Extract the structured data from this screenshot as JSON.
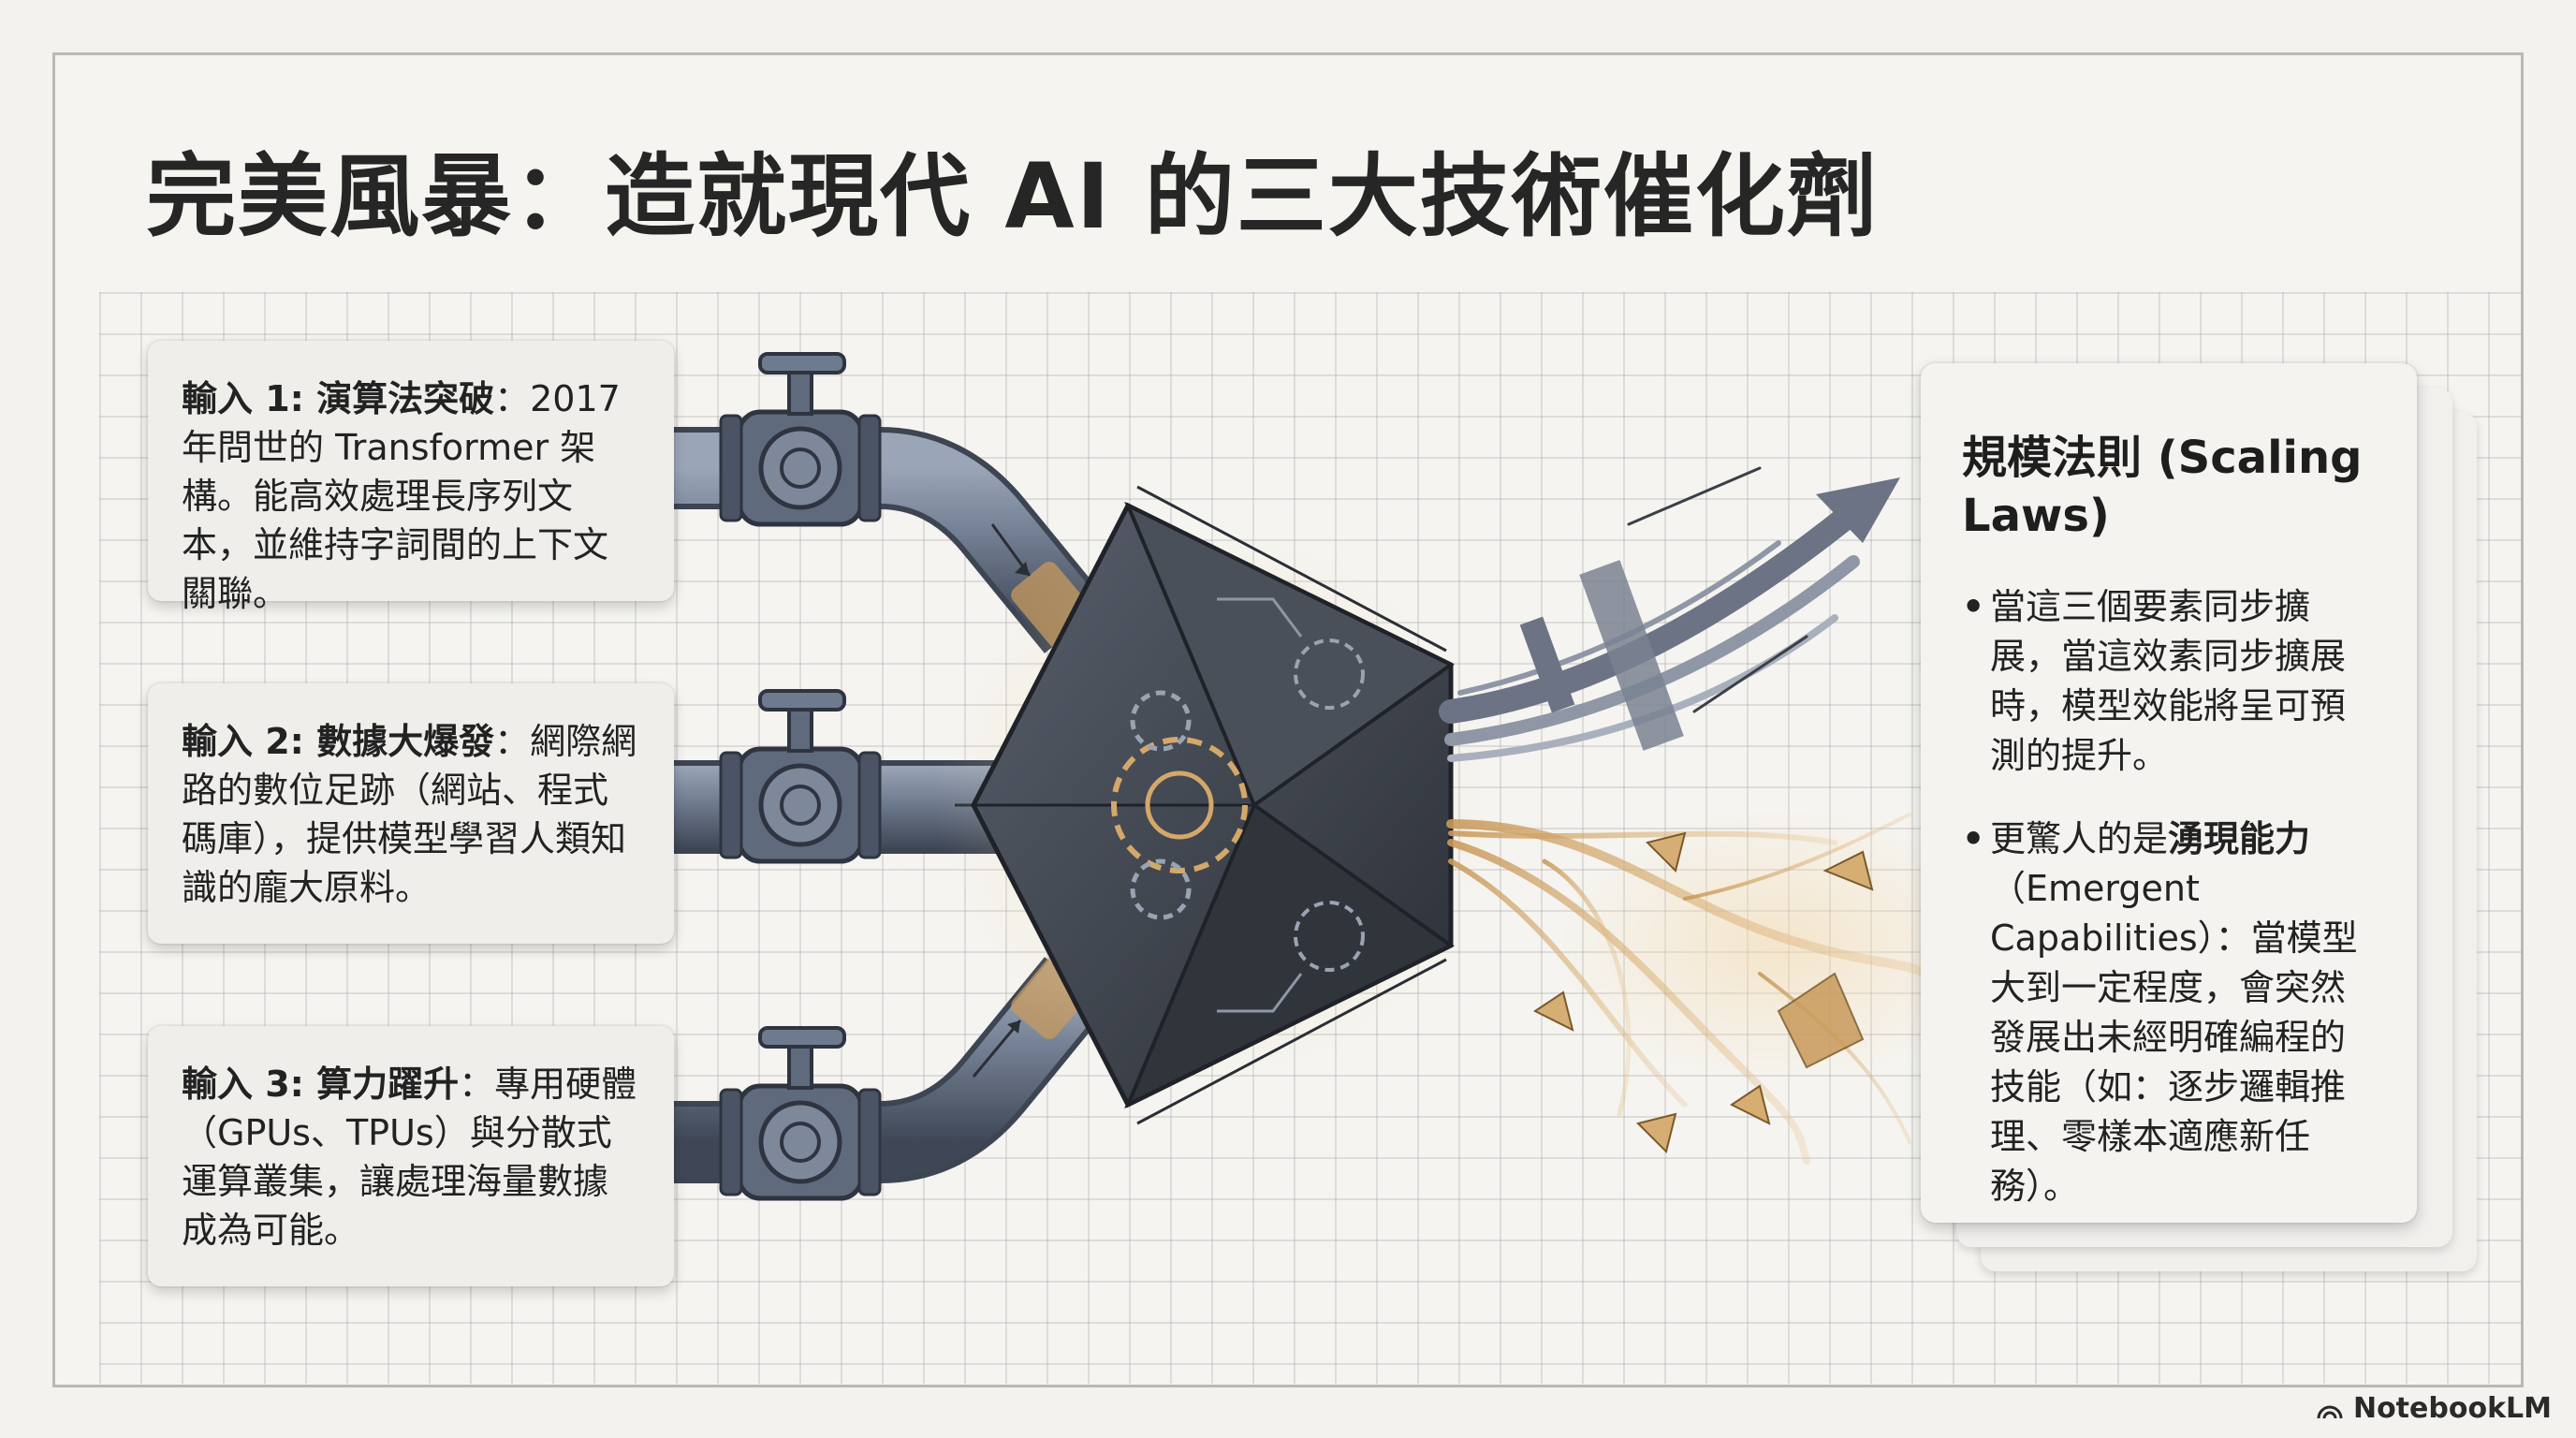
{
  "title": "完美風暴：造就現代 AI 的三大技術催化劑",
  "inputs": [
    {
      "label": "輸入 1: 演算法突破",
      "text": "：2017 年問世的 Transformer 架構。能高效處理長序列文本，並維持字詞間的上下文關聯。"
    },
    {
      "label": "輸入 2: 數據大爆發",
      "text": "：網際網路的數位足跡（網站、程式碼庫），提供模型學習人類知識的龐大原料。"
    },
    {
      "label": "輸入 3: 算力躍升",
      "text": "：專用硬體（GPUs、TPUs）與分散式運算叢集，讓處理海量數據成為可能。"
    }
  ],
  "result": {
    "title": "規模法則 (Scaling Laws)",
    "bullet1": "當這三個要素同步擴展，當這效素同步擴展時，模型效能將呈可預測的提升。",
    "bullet2_prefix": "更驚人的是",
    "bullet2_bold": "湧現能力",
    "bullet2_suffix": "（Emergent Capabilities）：當模型大到一定程度，會突然發展出未經明確編程的技能（如：逐步邏輯推理、零樣本適應新任務）。"
  },
  "brand": "NotebookLM",
  "colors": {
    "pipe": "#6e7a8e",
    "pipe_dark": "#3d4553",
    "gold": "#d4a86a",
    "engine": "#3a3f48"
  }
}
